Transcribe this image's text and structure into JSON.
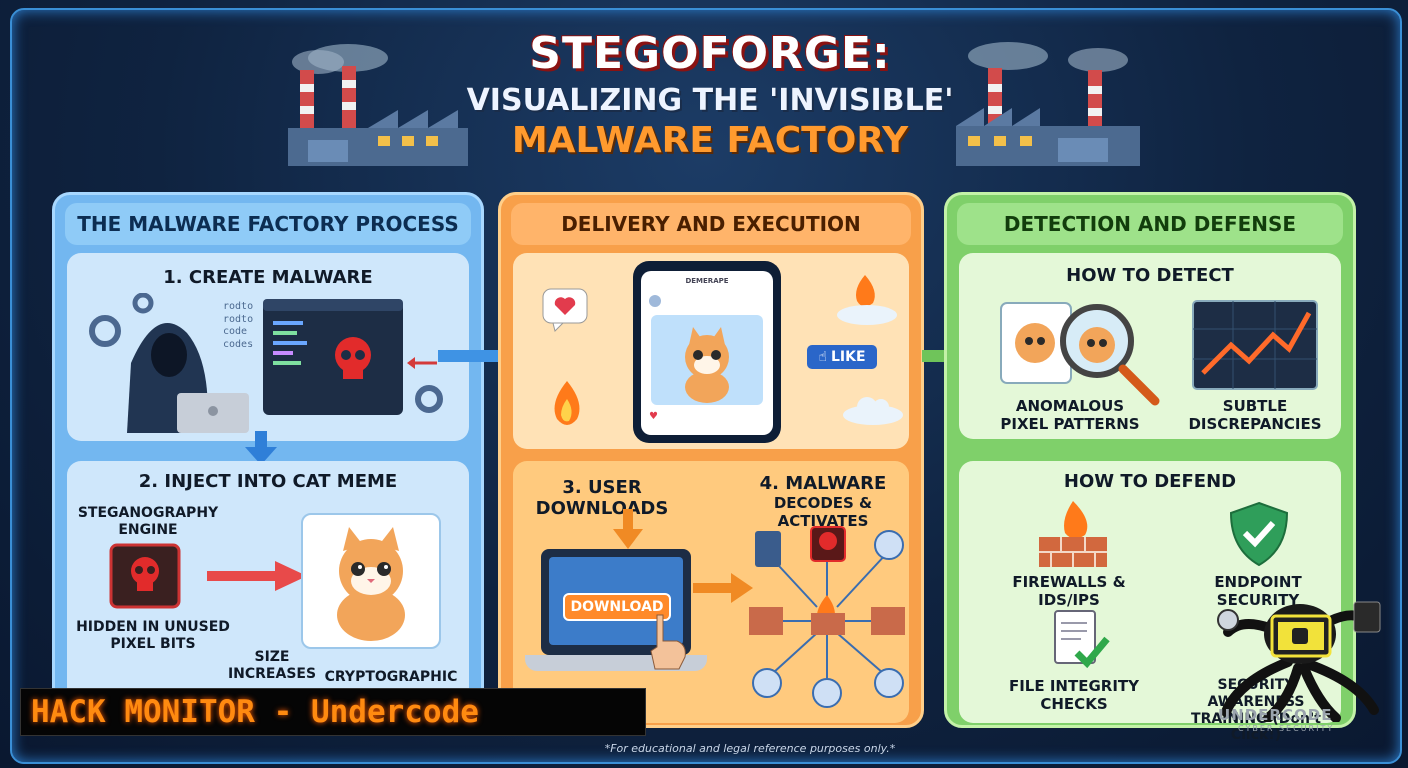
{
  "header": {
    "title_line1": "STEGOFORGE:",
    "title_line2": "VISUALIZING THE 'INVISIBLE'",
    "title_line3": "MALWARE FACTORY"
  },
  "panels": {
    "process": {
      "heading": "THE MALWARE FACTORY PROCESS",
      "step1_title": "1. CREATE MALWARE",
      "code_lines": [
        "rodto",
        "rodto",
        "code",
        "codes"
      ],
      "step2_title": "2. INJECT INTO CAT MEME",
      "engine_label": "STEGANOGRAPHY ENGINE",
      "hidden_label": "HIDDEN IN UNUSED PIXEL BITS",
      "size_label": "SIZE INCREASES",
      "crypto_label": "CRYPTOGRAPHIC"
    },
    "delivery": {
      "heading": "DELIVERY AND EXECUTION",
      "app_name": "DEMERAPE",
      "like_label": "LIKE",
      "step3_title": "3. USER DOWNLOADS",
      "download_button": "DOWNLOAD",
      "step4_title_line1": "4. MALWARE",
      "step4_title_line2": "DECODES & ACTIVATES"
    },
    "defense": {
      "heading": "DETECTION AND DEFENSE",
      "detect_title": "HOW TO DETECT",
      "detect_items": [
        "ANOMALOUS PIXEL PATTERNS",
        "SUBTLE DISCREPANCIES"
      ],
      "defend_title": "HOW TO DEFEND",
      "defend_items": [
        "FIREWALLS & IDS/IPS",
        "ENDPOINT SECURITY",
        "FILE INTEGRITY CHECKS",
        "SECURITY AWARENESS TRAINING (Don't Click!)"
      ]
    }
  },
  "badge": {
    "text": "HACK MONITOR - Undercode"
  },
  "footer": {
    "disclaimer": "*For educational and legal reference purposes only.*"
  },
  "watermark": {
    "brand": "UNDERCODE",
    "tagline": "CYBER SECURITY"
  },
  "colors": {
    "process_panel": "#73b7f0",
    "delivery_panel": "#f8a04a",
    "defense_panel": "#7fd06a",
    "badge_text": "#ff8a10",
    "title_accent": "#ff9a2e"
  }
}
